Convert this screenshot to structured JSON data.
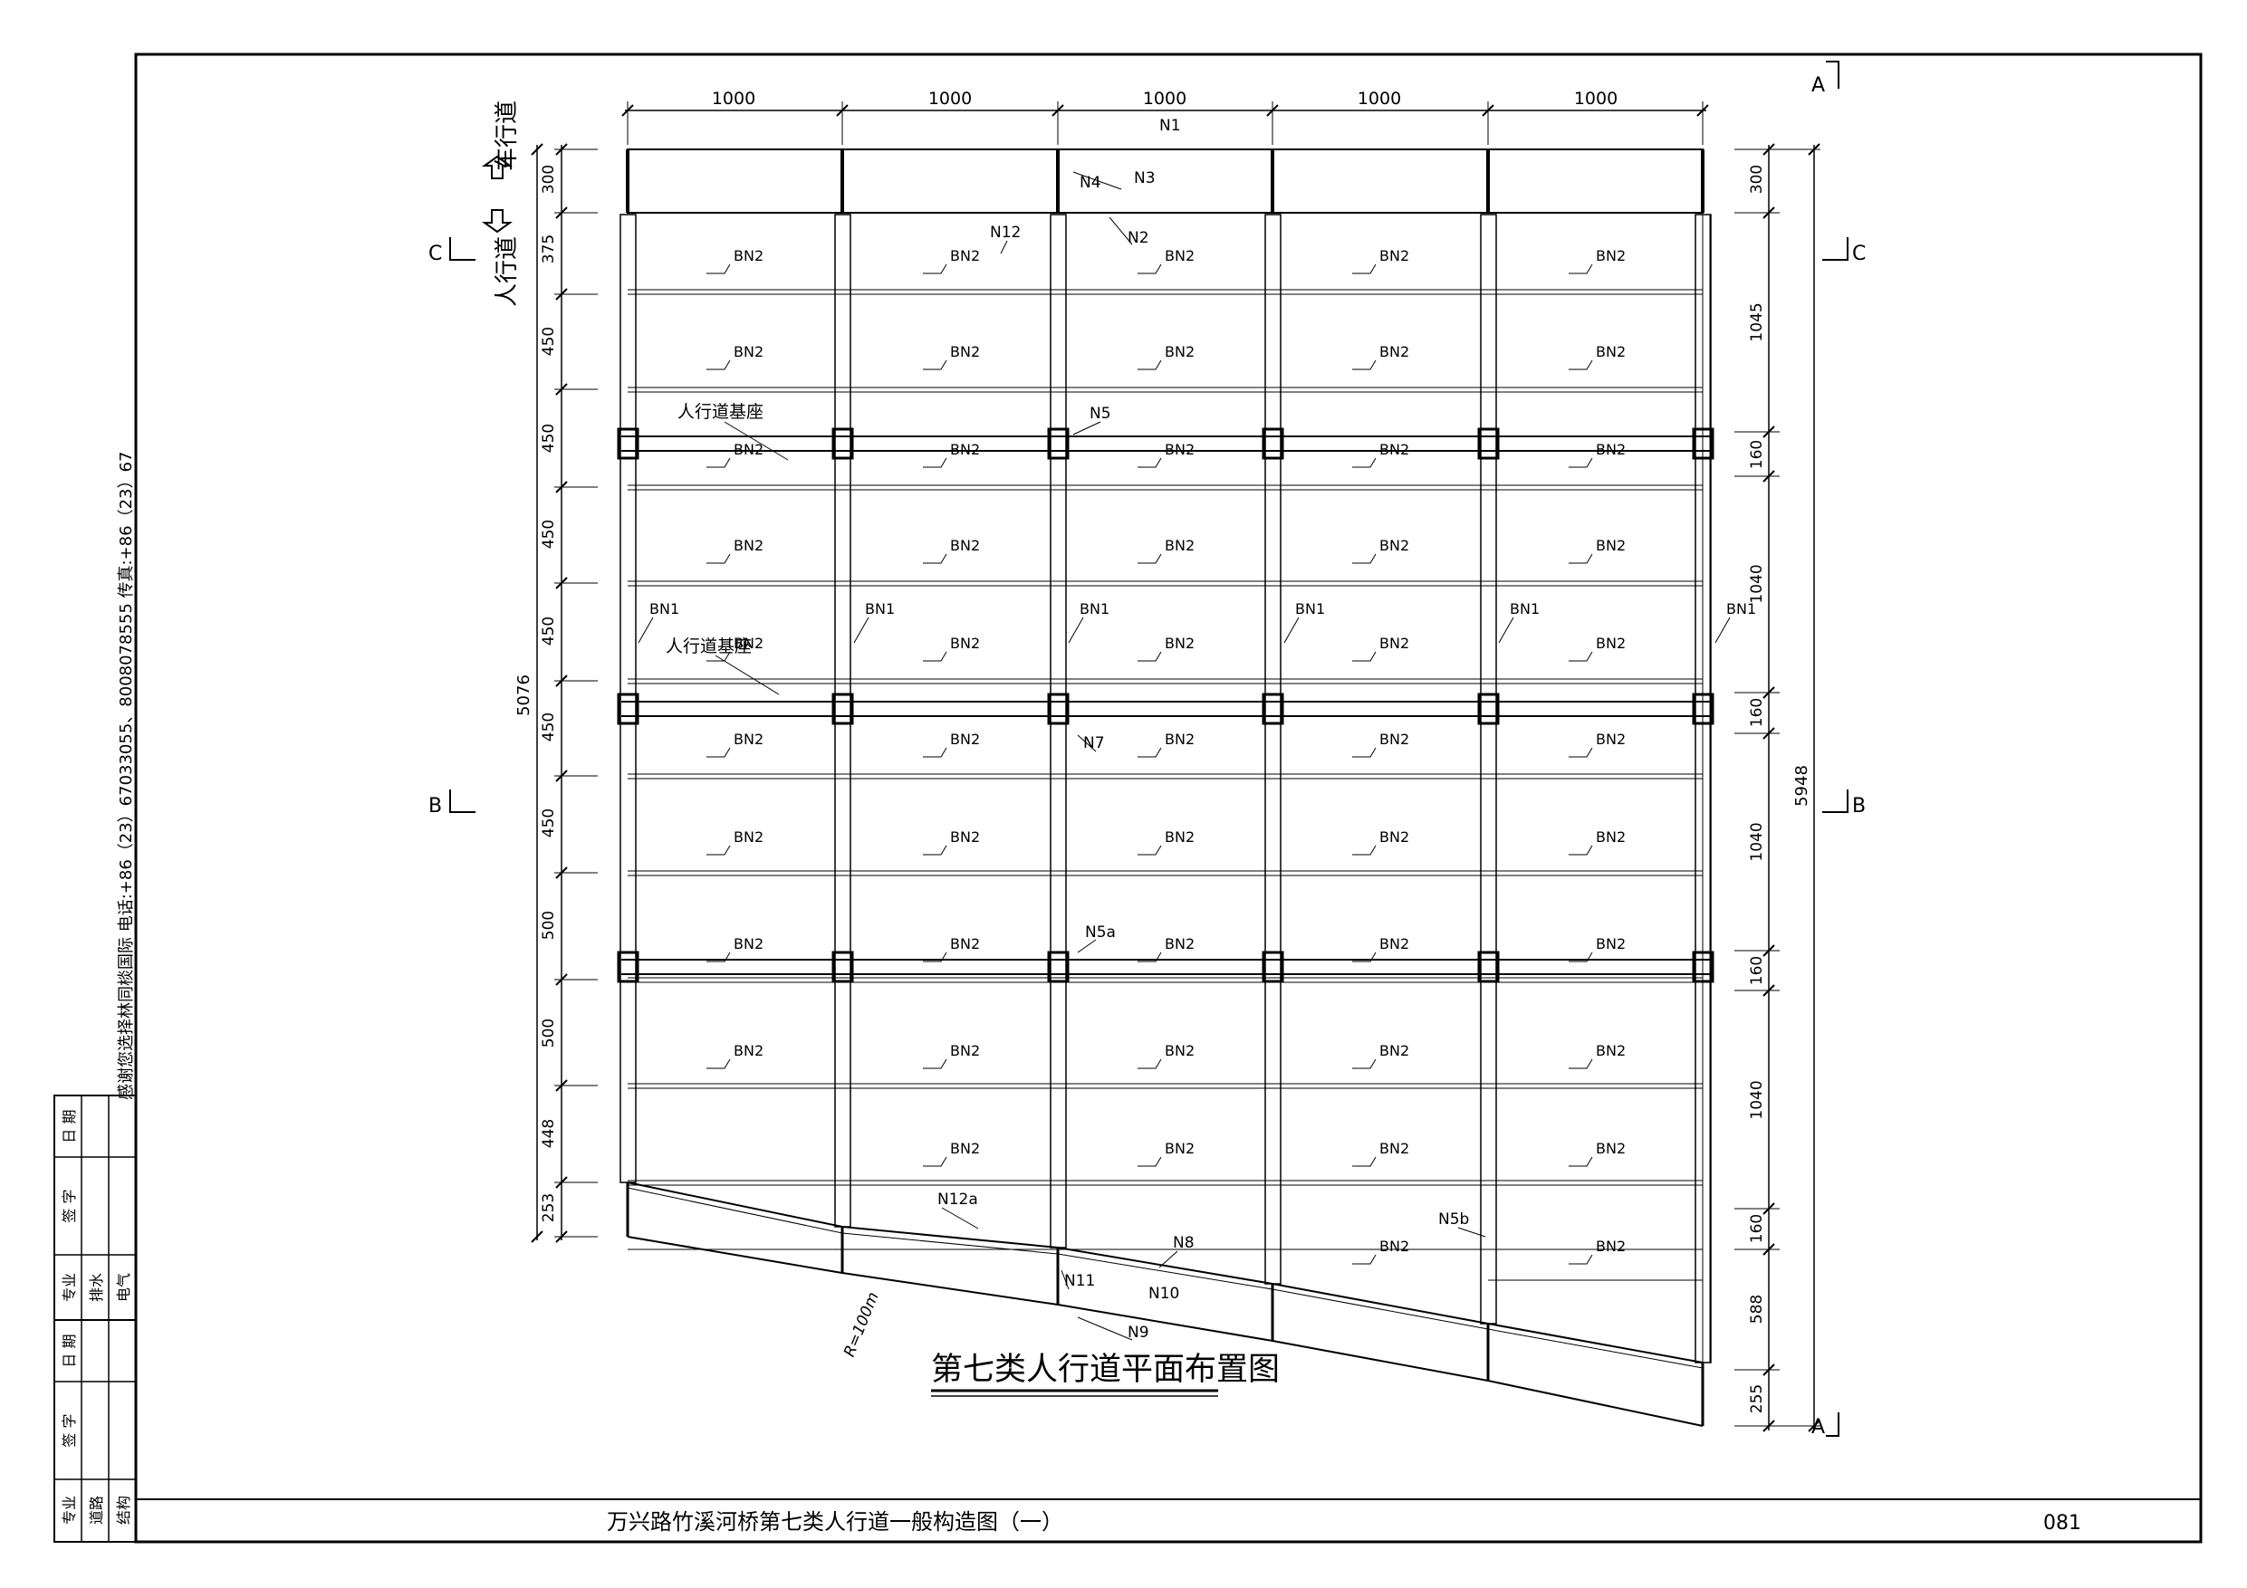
{
  "title_block": {
    "drawing_title": "万兴路竹溪河桥第七类人行道一般构造图（一）",
    "drawing_number": "081",
    "company_note": "感谢您选择林同棪国际  电话:+86（23）67033055、8008078555 传真:+86（23）67",
    "sign_table": {
      "col1": [
        "专业",
        "道路",
        "结构"
      ],
      "col2": [
        "签",
        "字"
      ],
      "col3": [
        "日",
        "期"
      ],
      "col4": [
        "专业",
        "排水",
        "电气"
      ],
      "col5": [
        "签",
        "字"
      ],
      "col6": [
        "日",
        "期"
      ]
    }
  },
  "plan": {
    "title": "第七类人行道平面布置图",
    "top_dims": [
      "1000",
      "1000",
      "1000",
      "1000",
      "1000"
    ],
    "left_dims": [
      "300",
      "375",
      "450",
      "450",
      "450",
      "450",
      "450",
      "450",
      "500",
      "500",
      "448",
      "253"
    ],
    "left_total": "5076",
    "right_dims": [
      "300",
      "1045",
      "160",
      "1040",
      "160",
      "1040",
      "160",
      "1040",
      "160",
      "588",
      "255"
    ],
    "right_total": "5948",
    "section_marks": [
      "A",
      "A",
      "B",
      "B",
      "C",
      "C"
    ],
    "direction": {
      "roadway": "车行道",
      "sidewalk": "人行道"
    },
    "radius_label": "R=100m",
    "slab_label": "BN2",
    "beam_label": "BN1",
    "base_label": "人行道基座",
    "member_labels": {
      "n1": "N1",
      "n2": "N2",
      "n3": "N3",
      "n4": "N4",
      "n5": "N5",
      "n5a": "N5a",
      "n5b": "N5b",
      "n7": "N7",
      "n8": "N8",
      "n9": "N9",
      "n10": "N10",
      "n11": "N11",
      "n12": "N12",
      "n12a": "N12a"
    }
  }
}
